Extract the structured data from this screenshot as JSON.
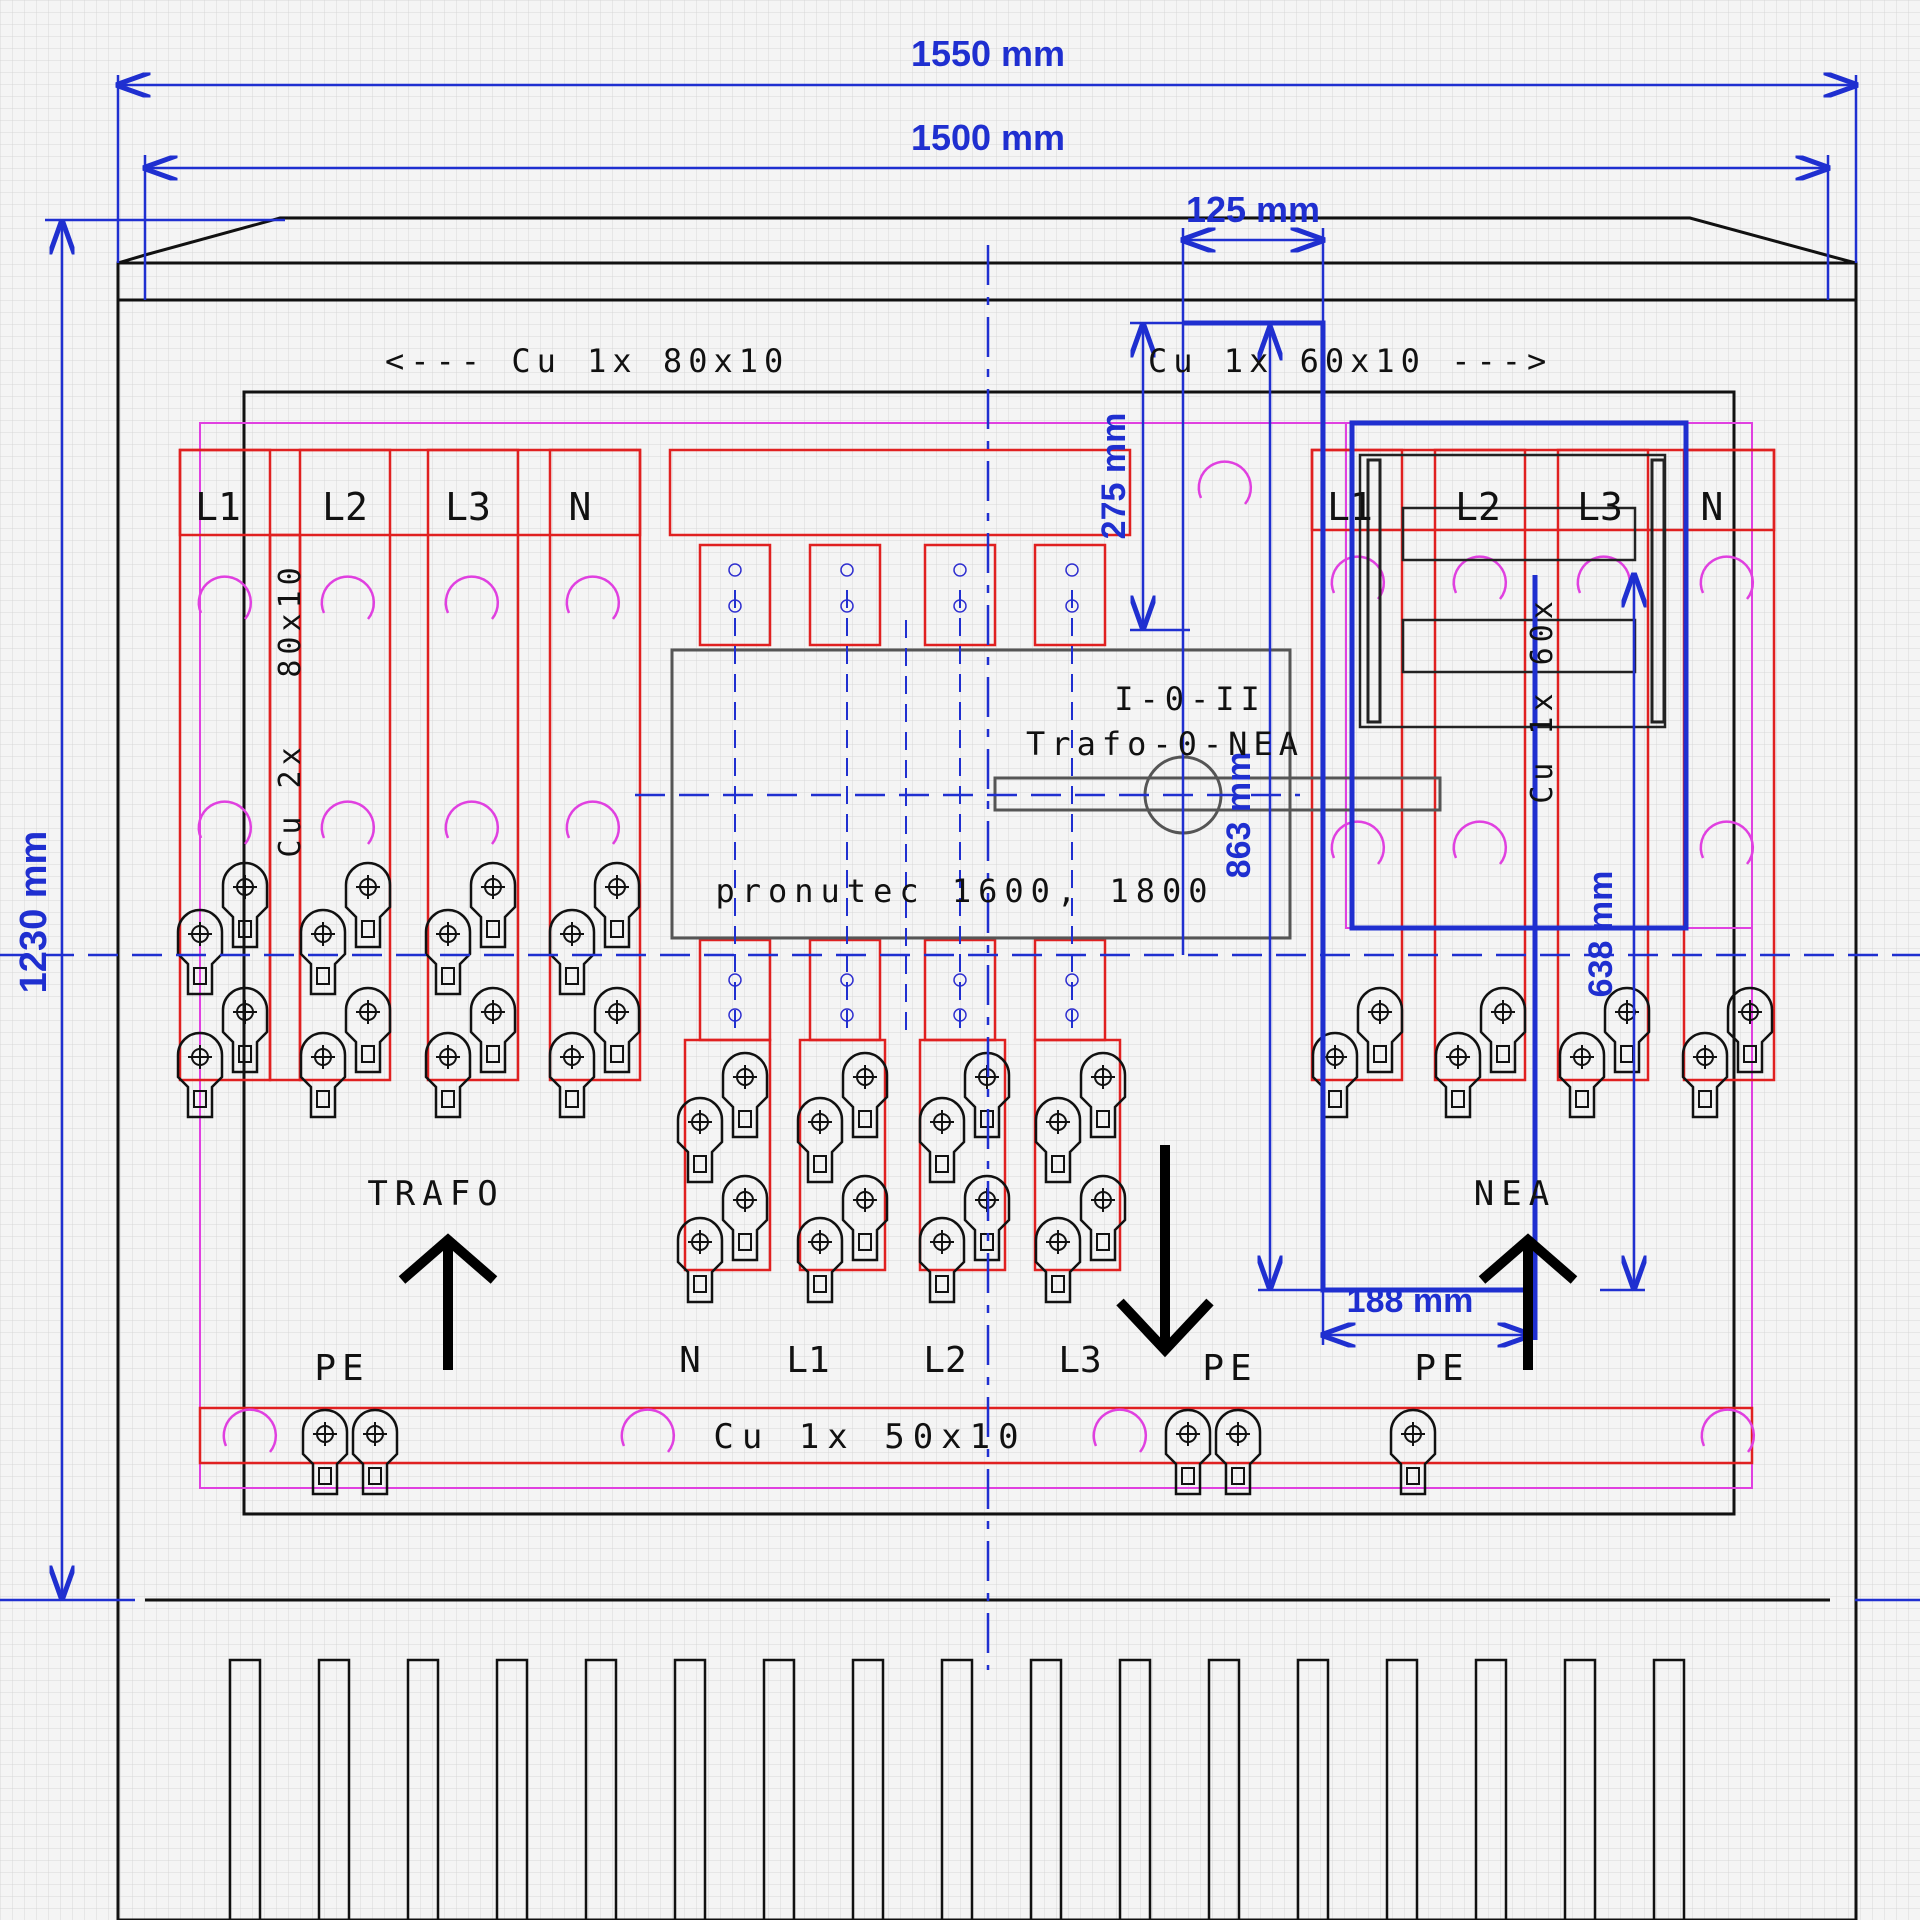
{
  "dimensions": {
    "width_outer": "1550 mm",
    "width_inner": "1500 mm",
    "height": "1230 mm",
    "gap_top": "125 mm",
    "switch_depth": "275 mm",
    "busbar_height": "863 mm",
    "right_height": "638 mm",
    "right_width": "188 mm"
  },
  "labels": {
    "busbar_left": "<--- Cu 1x 80x10",
    "busbar_right": "Cu 1x 60x10 --->",
    "vertical_left_a": "80x10",
    "vertical_left_b": "Cu 2x",
    "vertical_right": "Cu 1x 60x",
    "switch_positions": "I-0-II",
    "switch_name": "Trafo-0-NEA",
    "switch_rating": "pronutec 1600, 1800",
    "pe_bus": "Cu 1x 50x10",
    "source_trafo": "TRAFO",
    "source_nea": "NEA"
  },
  "phases_left": [
    "L1",
    "L2",
    "L3",
    "N"
  ],
  "phases_right": [
    "L1",
    "L2",
    "L3",
    "N"
  ],
  "phases_bottom": [
    "N",
    "L1",
    "L2",
    "L3"
  ],
  "pe_labels": [
    "PE",
    "PE",
    "PE"
  ],
  "colors": {
    "grid": "#d7d7d7",
    "dimension": "#1f2fd0",
    "busbar": "#e02020",
    "outline_magenta": "#e040e0",
    "frame": "#111111"
  },
  "icons": [
    "cable-lug-icon",
    "arrow-up-icon",
    "arrow-down-icon",
    "mounting-hole-icon"
  ]
}
